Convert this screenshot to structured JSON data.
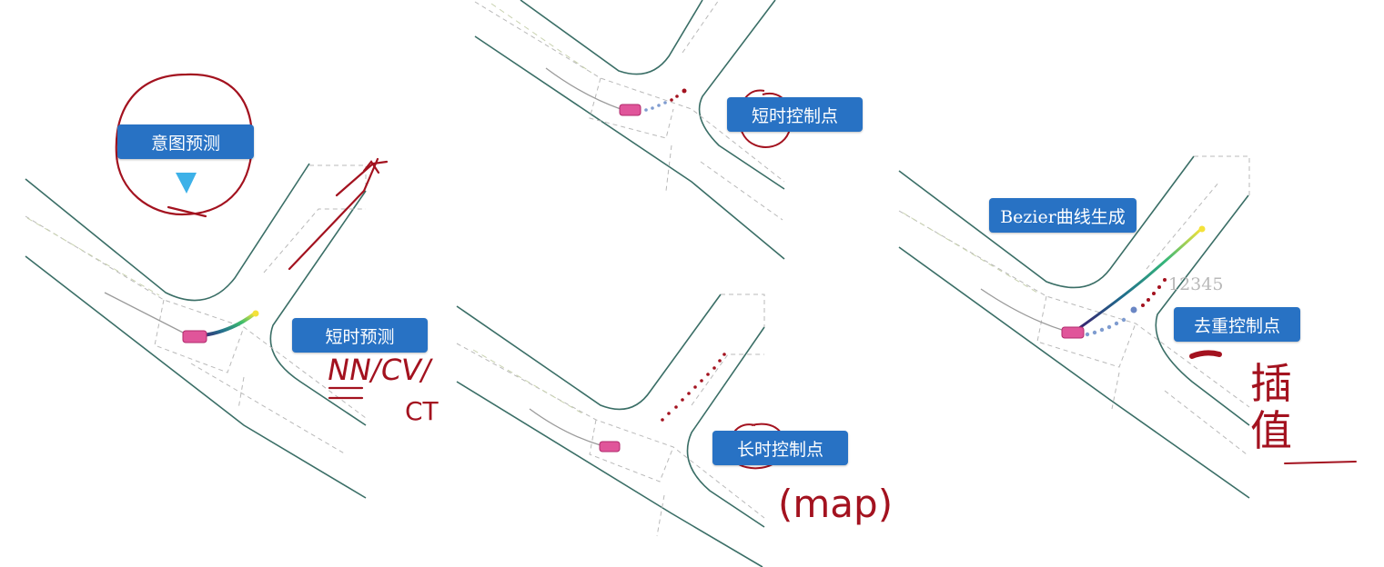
{
  "panels": {
    "intent": {
      "label": "意图预测"
    },
    "short_term": {
      "label": "短时预测",
      "annotation_models": "NN/CV/",
      "annotation_ct": "CT"
    },
    "short_control": {
      "label": "短时控制点"
    },
    "long_control": {
      "label": "长时控制点",
      "annotation_map": "(map)"
    },
    "bezier": {
      "label": "Bezier曲线生成",
      "index_numbers": "12345",
      "dedup_label": "去重控制点",
      "annotation_interp": "插值"
    }
  },
  "colors": {
    "road_edge": "#3a6e66",
    "lane_dash": "#b9b9b9",
    "center_dash": "#c9d2b0",
    "label_fill": "#2872c4",
    "ink_red": "#a3121f",
    "car": "#e0559a",
    "control_blue": "#7f9cd0",
    "control_red": "#a3121f",
    "intent_marker": "#3db1e8"
  }
}
